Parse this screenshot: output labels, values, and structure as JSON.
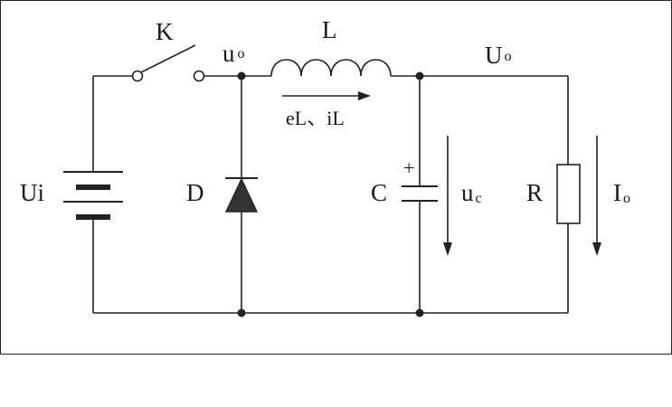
{
  "labels": {
    "switch": "K",
    "inductor": "L",
    "switch_node": "u",
    "switch_node_sub": "o",
    "output_voltage": "U",
    "output_voltage_sub": "o",
    "inductor_current": "eL、iL",
    "source": "Ui",
    "diode": "D",
    "capacitor": "C",
    "capacitor_plus": "+",
    "capacitor_voltage": "u",
    "capacitor_voltage_sub": "c",
    "resistor": "R",
    "output_current": "I",
    "output_current_sub": "o"
  },
  "colors": {
    "line": "#222222",
    "background": "#ffffff"
  }
}
